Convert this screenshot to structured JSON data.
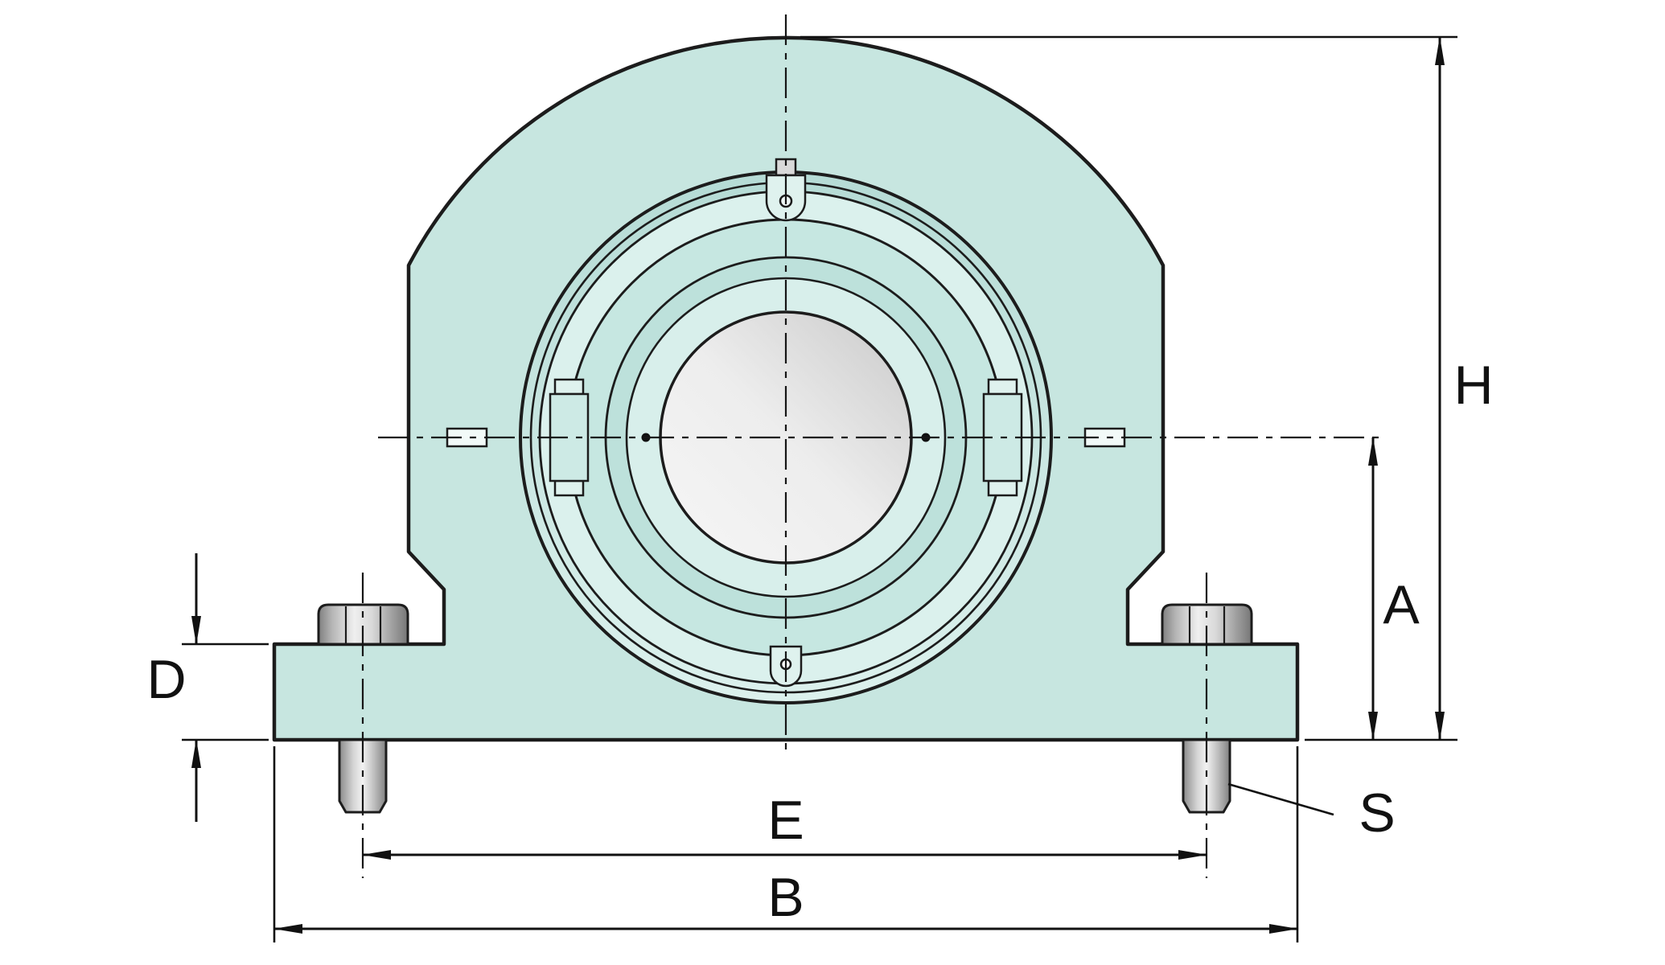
{
  "labels": {
    "overall_height": "H",
    "center_height": "A",
    "base_thickness": "D",
    "bolt_spacing": "E",
    "base_width": "B",
    "stud": "S"
  },
  "colors": {
    "housing_fill": "#c7e6e0",
    "outline": "#1c1c1c",
    "dimension_lines": "#111111",
    "metal_light": "#f2f2f2",
    "metal_dark": "#7f7f7f",
    "background": "#ffffff"
  }
}
